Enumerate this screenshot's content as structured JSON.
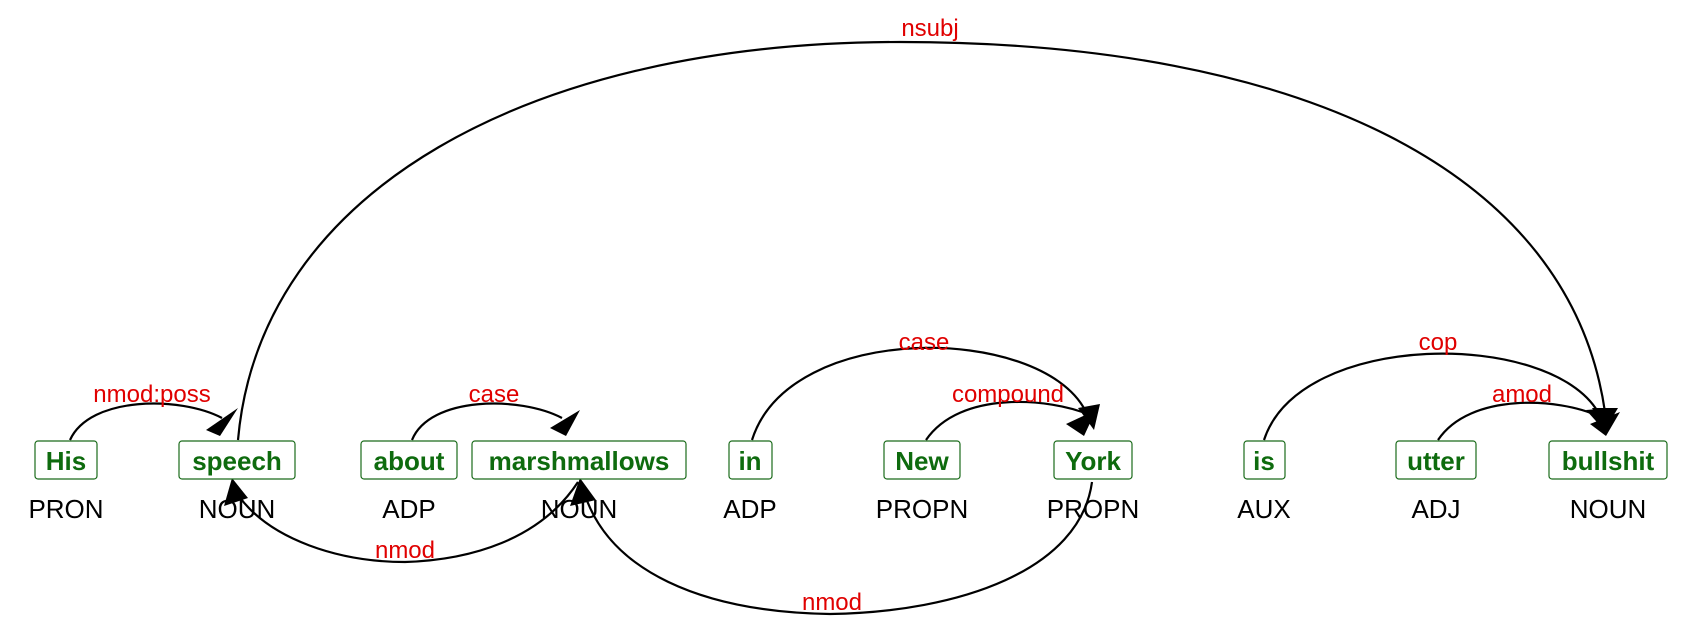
{
  "diagram": {
    "kind": "dependency-parse",
    "colors": {
      "word": "#0e6b0e",
      "box": "#1a6b1a",
      "tag": "#000000",
      "relation": "#e00000",
      "arc": "#000000"
    },
    "tokens": [
      {
        "word": "His",
        "tag": "PRON"
      },
      {
        "word": "speech",
        "tag": "NOUN"
      },
      {
        "word": "about",
        "tag": "ADP"
      },
      {
        "word": "marshmallows",
        "tag": "NOUN"
      },
      {
        "word": "in",
        "tag": "ADP"
      },
      {
        "word": "New",
        "tag": "PROPN"
      },
      {
        "word": "York",
        "tag": "PROPN"
      },
      {
        "word": "is",
        "tag": "AUX"
      },
      {
        "word": "utter",
        "tag": "ADJ"
      },
      {
        "word": "bullshit",
        "tag": "NOUN"
      }
    ],
    "arcs": [
      {
        "label": "nmod:poss",
        "from": "His",
        "to": "speech"
      },
      {
        "label": "nsubj",
        "from": "speech",
        "to": "bullshit"
      },
      {
        "label": "nmod",
        "from": "marshmallows",
        "to": "speech"
      },
      {
        "label": "case",
        "from": "about",
        "to": "marshmallows"
      },
      {
        "label": "nmod",
        "from": "York",
        "to": "marshmallows"
      },
      {
        "label": "case",
        "from": "in",
        "to": "York"
      },
      {
        "label": "compound",
        "from": "New",
        "to": "York"
      },
      {
        "label": "cop",
        "from": "is",
        "to": "bullshit"
      },
      {
        "label": "amod",
        "from": "utter",
        "to": "bullshit"
      }
    ]
  }
}
